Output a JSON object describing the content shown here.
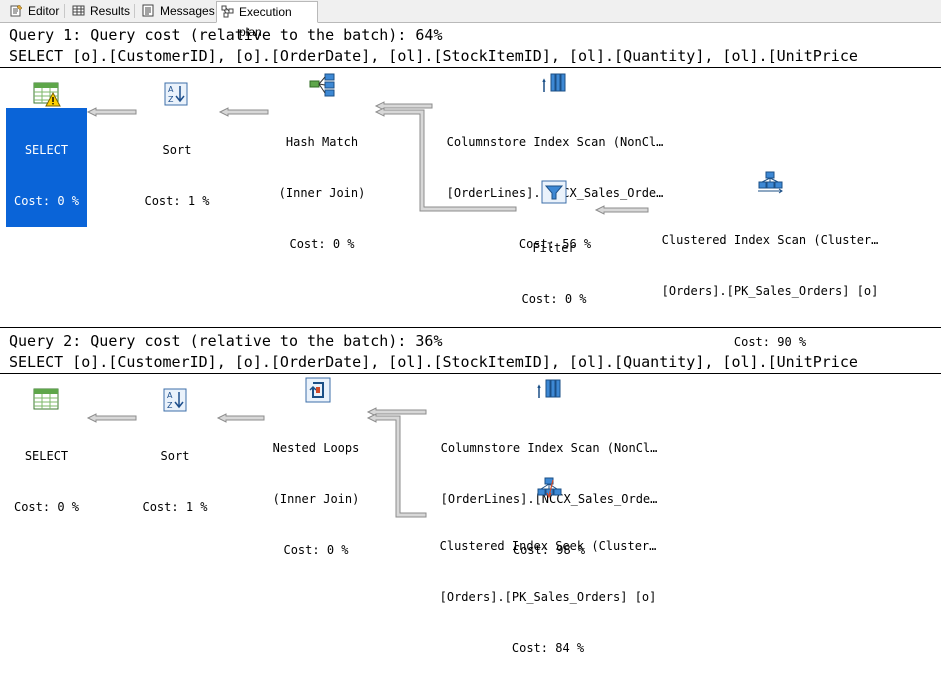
{
  "tabs": [
    {
      "label": "Editor",
      "icon": "editor-icon"
    },
    {
      "label": "Results",
      "icon": "results-grid-icon"
    },
    {
      "label": "Messages",
      "icon": "messages-icon"
    },
    {
      "label": "Execution plan",
      "icon": "execution-plan-icon",
      "active": true
    }
  ],
  "query1": {
    "header": "Query 1: Query cost (relative to the batch): 64%",
    "sql": "SELECT [o].[CustomerID], [o].[OrderDate], [ol].[StockItemID], [ol].[Quantity], [ol].[UnitPrice",
    "nodes": {
      "select": {
        "name": "SELECT",
        "cost": "Cost: 0 %",
        "icon": "select-warning-icon"
      },
      "sort": {
        "name": "Sort",
        "cost": "Cost: 1 %",
        "icon": "sort-icon"
      },
      "hash": {
        "name": "Hash Match",
        "sub": "(Inner Join)",
        "cost": "Cost: 0 %",
        "icon": "hash-match-icon"
      },
      "colscan": {
        "name": "Columnstore Index Scan (NonCl…",
        "sub": "[OrderLines].[NCCX_Sales_Orde…",
        "cost": "Cost: 56 %",
        "icon": "columnstore-scan-icon"
      },
      "filter": {
        "name": "Filter",
        "cost": "Cost: 0 %",
        "icon": "filter-icon"
      },
      "clscan": {
        "name": "Clustered Index Scan (Cluster…",
        "sub": "[Orders].[PK_Sales_Orders] [o]",
        "cost": "Cost: 90 %",
        "icon": "clustered-index-scan-icon"
      }
    }
  },
  "query2": {
    "header": "Query 2: Query cost (relative to the batch): 36%",
    "sql": "SELECT [o].[CustomerID], [o].[OrderDate], [ol].[StockItemID], [ol].[Quantity], [ol].[UnitPrice",
    "nodes": {
      "select": {
        "name": "SELECT",
        "cost": "Cost: 0 %",
        "icon": "select-icon"
      },
      "sort": {
        "name": "Sort",
        "cost": "Cost: 1 %",
        "icon": "sort-icon"
      },
      "loops": {
        "name": "Nested Loops",
        "sub": "(Inner Join)",
        "cost": "Cost: 0 %",
        "icon": "nested-loops-icon"
      },
      "colscan": {
        "name": "Columnstore Index Scan (NonCl…",
        "sub": "[OrderLines].[NCCX_Sales_Orde…",
        "cost": "Cost: 98 %",
        "icon": "columnstore-scan-icon"
      },
      "clseek": {
        "name": "Clustered Index Seek (Cluster…",
        "sub": "[Orders].[PK_Sales_Orders] [o]",
        "cost": "Cost: 84 %",
        "icon": "clustered-index-seek-icon"
      }
    }
  }
}
